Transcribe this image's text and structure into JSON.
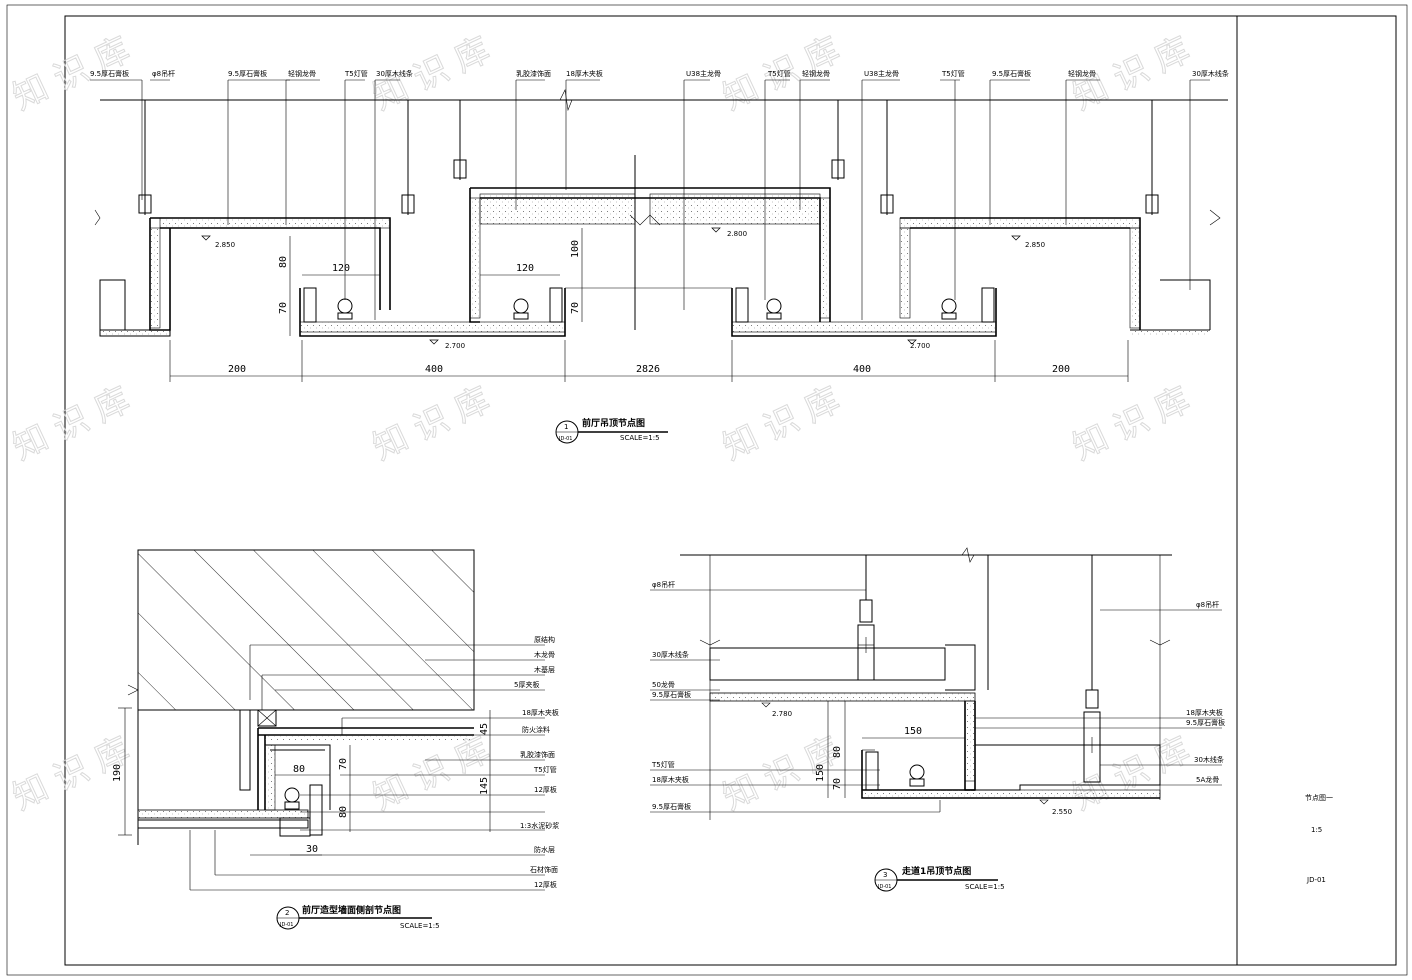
{
  "sheet": {
    "title_block": {
      "label1": "节点图一",
      "scale": "1:5",
      "sheet_no": "JD-01"
    },
    "watermark": "知 识 库"
  },
  "detail1": {
    "title": "前厅吊顶节点图",
    "scale": "SCALE=1:5",
    "number": "1",
    "ref": "JD-01",
    "dims": [
      "200",
      "400",
      "2826",
      "400",
      "200"
    ],
    "small_dims": [
      "120",
      "120",
      "80",
      "70",
      "100",
      "70"
    ],
    "levels": [
      "2.850",
      "2.800",
      "2.700",
      "2.700",
      "2.850"
    ],
    "labels": [
      "9.5厚石膏板",
      "φ8吊杆",
      "9.5厚石膏板",
      "轻钢龙骨",
      "T5灯管",
      "30厚木线条",
      "乳胶漆饰面",
      "18厚木夹板",
      "U38主龙骨",
      "T5灯管",
      "轻钢龙骨",
      "U38主龙骨",
      "T5灯管",
      "9.5厚石膏板",
      "轻钢龙骨",
      "30厚木线条"
    ]
  },
  "detail2": {
    "title": "前厅造型墙面侧剖节点图",
    "scale": "SCALE=1:5",
    "number": "2",
    "ref": "JD-01",
    "dims": [
      "190",
      "45",
      "70",
      "145",
      "80",
      "80",
      "30"
    ],
    "labels": [
      "原结构",
      "木龙骨",
      "木基层",
      "5厚夹板",
      "18厚木夹板",
      "防火涂料",
      "乳胶漆饰面",
      "T5灯管",
      "12厚板",
      "1:3水泥砂浆",
      "防水层",
      "石材饰面",
      "12厚板"
    ]
  },
  "detail3": {
    "title": "走道1吊顶节点图",
    "scale": "SCALE=1:5",
    "number": "3",
    "ref": "JD-01",
    "dims": [
      "150",
      "80",
      "150",
      "70"
    ],
    "levels": [
      "2.780",
      "2.550"
    ],
    "labels": [
      "φ8吊杆",
      "30厚木线条",
      "50龙骨",
      "9.5厚石膏板",
      "T5灯管",
      "18厚木夹板",
      "9.5厚石膏板",
      "φ8吊杆",
      "18厚木夹板",
      "9.5厚石膏板",
      "30木线条",
      "5A龙骨"
    ]
  }
}
